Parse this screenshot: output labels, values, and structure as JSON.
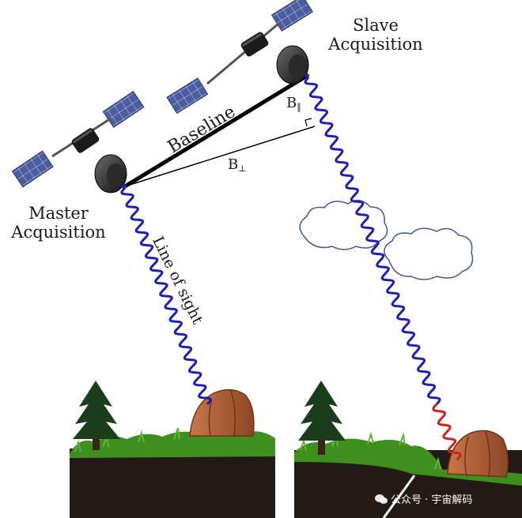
{
  "labels": {
    "master": [
      "Master",
      "Acquisition"
    ],
    "slave": [
      "Slave",
      "Acquisition"
    ],
    "baseline": "Baseline",
    "b_parallel": "B",
    "b_parallel_sub": "‖",
    "b_perp": "B",
    "b_perp_sub": "⊥",
    "line_of_sight": "Line of sight"
  },
  "watermark": "公众号 · 宇宙解码",
  "colors": {
    "wave": "#1f1fb0",
    "wave_highlight": "#d0221c",
    "panel": "#4a5c9e",
    "grass": "#3f8f1f",
    "ground": "#231a15",
    "tree": "#1c3d1c",
    "rock": "#b7633a",
    "cloud_stroke": "#46568e"
  }
}
